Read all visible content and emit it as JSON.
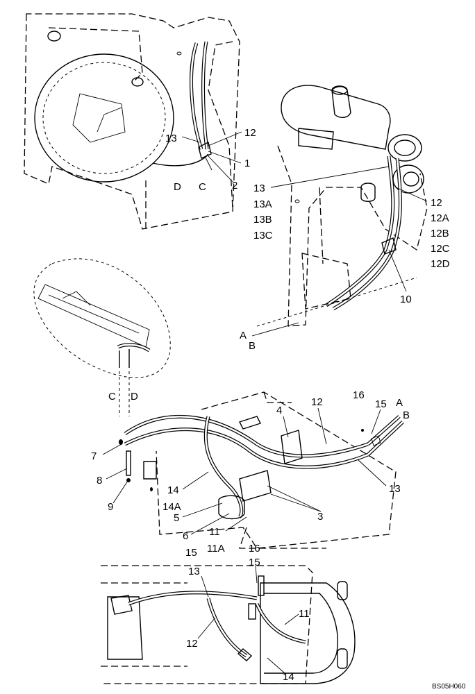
{
  "diagram": {
    "reference_code": "BS05H060",
    "views": [
      {
        "id": "top-left",
        "callouts": [
          "13",
          "12",
          "1",
          "D",
          "C",
          "2"
        ]
      },
      {
        "id": "top-right",
        "callouts": [
          "13",
          "13A",
          "13B",
          "13C",
          "12",
          "12A",
          "12B",
          "12C",
          "12D",
          "10",
          "A",
          "B"
        ]
      },
      {
        "id": "detail-oval",
        "callouts": [
          "C",
          "D"
        ]
      },
      {
        "id": "middle",
        "callouts": [
          "4",
          "12",
          "16",
          "15",
          "A",
          "B",
          "7",
          "8",
          "9",
          "14",
          "14A",
          "5",
          "6",
          "11",
          "11A",
          "15",
          "3",
          "13"
        ]
      },
      {
        "id": "bottom",
        "callouts": [
          "16",
          "15",
          "13",
          "11",
          "12",
          "14"
        ]
      }
    ]
  }
}
